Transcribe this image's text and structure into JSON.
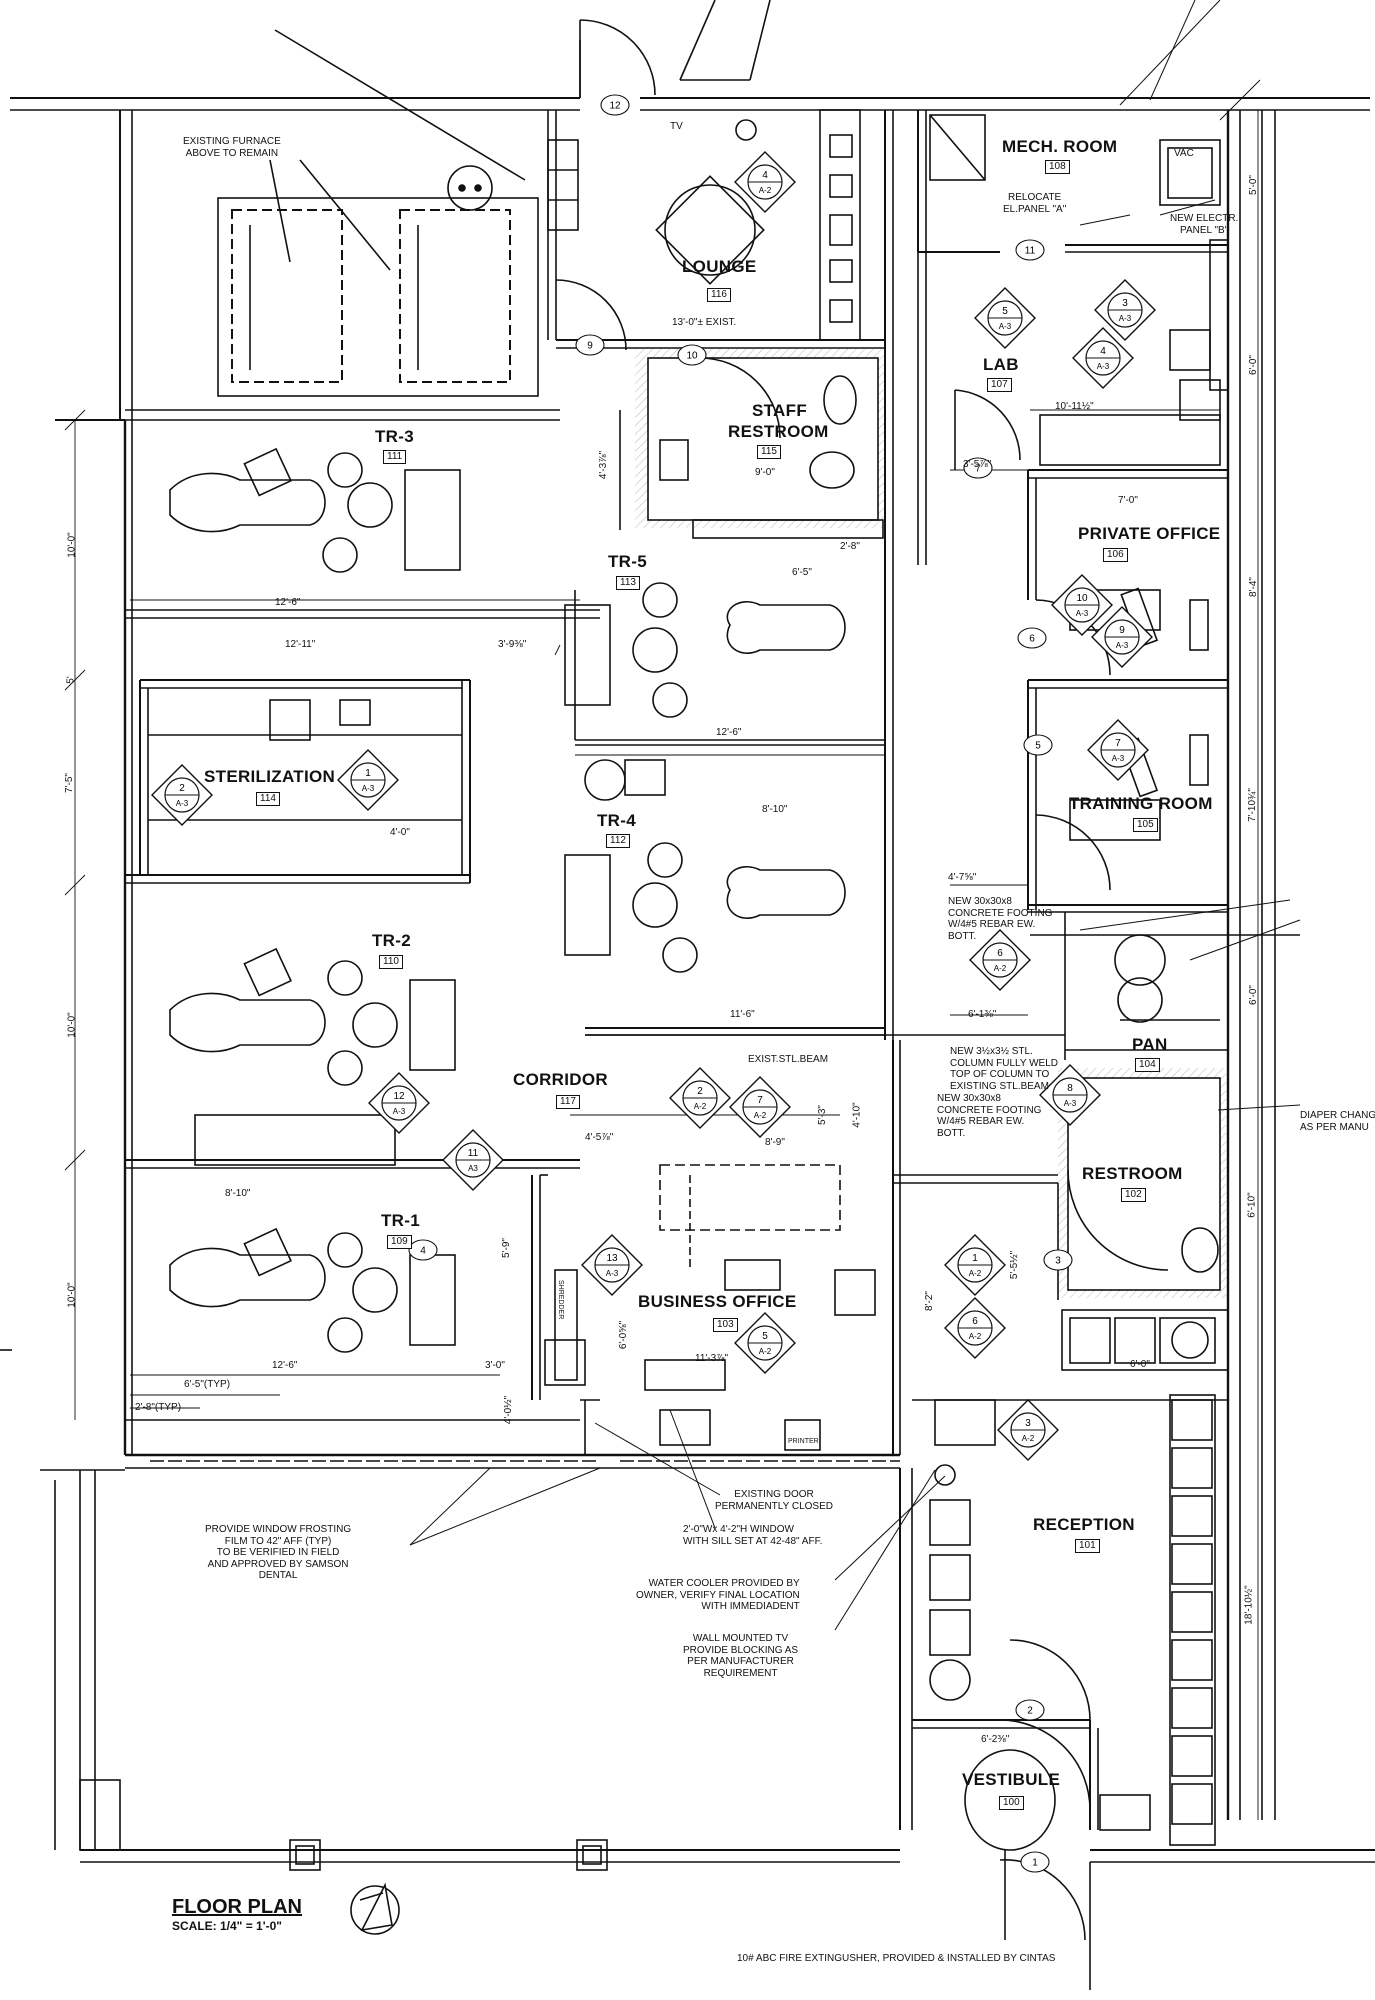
{
  "rooms": {
    "lounge": {
      "name": "LOUNGE",
      "number": "116"
    },
    "mech": {
      "name": "MECH. ROOM",
      "number": "108"
    },
    "lab": {
      "name": "LAB",
      "number": "107"
    },
    "staff_restroom": {
      "name_line1": "STAFF",
      "name_line2": "RESTROOM",
      "number": "115"
    },
    "tr3": {
      "name": "TR-3",
      "number": "111"
    },
    "tr5": {
      "name": "TR-5",
      "number": "113"
    },
    "private_office": {
      "name": "PRIVATE OFFICE",
      "number": "106"
    },
    "sterilization": {
      "name": "STERILIZATION",
      "number": "114"
    },
    "tr4": {
      "name": "TR-4",
      "number": "112"
    },
    "training": {
      "name": "TRAINING ROOM",
      "number": "105"
    },
    "tr2": {
      "name": "TR-2",
      "number": "110"
    },
    "pan": {
      "name": "PAN",
      "number": "104"
    },
    "corridor": {
      "name": "CORRIDOR",
      "number": "117"
    },
    "restroom": {
      "name": "RESTROOM",
      "number": "102"
    },
    "tr1": {
      "name": "TR-1",
      "number": "109"
    },
    "business": {
      "name": "BUSINESS OFFICE",
      "number": "103"
    },
    "reception": {
      "name": "RECEPTION",
      "number": "101"
    },
    "vestibule": {
      "name": "VESTIBULE",
      "number": "100"
    }
  },
  "notes": {
    "furnace": "EXISTING FURNACE\nABOVE TO REMAIN",
    "relocate_panel": "RELOCATE\nEL.PANEL \"A\"",
    "new_panel": "NEW ELECTR.\nPANEL \"B\"",
    "vac": "VAC",
    "beam": "EXIST.STL.BEAM",
    "column": "NEW 3½x3½ STL.\nCOLUMN FULLY WELD\nTOP OF COLUMN TO\nEXISTING STL.BEAM",
    "footing_1": "NEW 30x30x8\nCONCRETE FOOTING\nW/4#5 REBAR EW.\nBOTT.",
    "footing_2": "NEW 30x30x8\nCONCRETE FOOTING\nW/4#5 REBAR EW.\nBOTT.",
    "diaper": "DIAPER CHANG\nAS PER MANU",
    "frosting": "PROVIDE WINDOW FROSTING\nFILM TO 42\" AFF (TYP)\nTO BE VERIFIED IN FIELD\nAND APPROVED BY SAMSON\nDENTAL",
    "existing_door": "EXISTING DOOR\nPERMANENTLY CLOSED",
    "window": "2'-0\"Wx 4'-2\"H WINDOW\nWITH SILL SET AT 42-48\" AFF.",
    "water_cooler": "WATER COOLER PROVIDED BY\nOWNER, VERIFY FINAL LOCATION\nWITH IMMEDIADENT",
    "tv": "WALL MOUNTED TV\nPROVIDE BLOCKING AS\nPER MANUFACTURER\nREQUIREMENT",
    "extinguisher": "10# ABC FIRE EXTINGUSHER, PROVIDED & INSTALLED BY CINTAS",
    "printer": "PRINTER",
    "shredder": "SHREDDER",
    "tv_tag": "TV"
  },
  "dimensions": {
    "exist_13": "13'-0\"± EXIST.",
    "d_10_11": "10'-11½\"",
    "d_3_57": "3'-5⅞\"",
    "d_9_0": "9'-0\"",
    "d_2_8": "2'-8\"",
    "d_6_5": "6'-5\"",
    "d_7_0": "7'-0\"",
    "d_12_6a": "12'-6\"",
    "d_12_11": "12'-11\"",
    "d_3_9": "3'-9⅜\"",
    "d_12_6b": "12'-6\"",
    "d_4_0": "4'-0\"",
    "d_8_10a": "8'-10\"",
    "d_4_75": "4'-7⅝\"",
    "d_6_13": "6'-1⅜\"",
    "d_11_6": "11'-6\"",
    "d_4_5": "4'-5⅞\"",
    "d_8_9": "8'-9\"",
    "d_8_10b": "8'-10\"",
    "d_11_3": "11'-3⅞\"",
    "d_12_6c": "12'-6\"",
    "d_3_0": "3'-0\"",
    "d_6_5typ": "6'-5\"(TYP)",
    "d_2_8typ": "2'-8\"(TYP)",
    "d_6_0": "6'-0\"",
    "d_6_2": "6'-2⅜\"",
    "l_10_0a": "10'-0\"",
    "l_7_5": "7'-5\"",
    "l_10_0b": "10'-0\"",
    "l_10_0c": "10'-0\"",
    "l_5": "5'",
    "r_5_0": "5'-0\"",
    "r_6_0": "6'-0\"",
    "r_8_4": "8'-4\"",
    "r_7_10": "7'-10¾\"",
    "r_6_0b": "6'-0\"",
    "r_6_10": "6'-10\"",
    "r_18_10": "18'-10½\"",
    "m_4_3": "4'-3⅞\"",
    "m_5_9": "5'-9\"",
    "m_6_0": "6'-0⅝\"",
    "m_4_0": "4'-0½\"",
    "m_5_3": "5'-3\"",
    "m_4_10": "4'-10\"",
    "m_8_2": "8'-2\"",
    "m_5_5": "5'-5½\""
  },
  "section_tags": [
    {
      "id": "4",
      "sheet": "A-2"
    },
    {
      "id": "5",
      "sheet": "A-3"
    },
    {
      "id": "3",
      "sheet": "A-3"
    },
    {
      "id": "4",
      "sheet": "A-3"
    },
    {
      "id": "10",
      "sheet": "A-3"
    },
    {
      "id": "9",
      "sheet": "A-3"
    },
    {
      "id": "2",
      "sheet": "A-3"
    },
    {
      "id": "1",
      "sheet": "A-3"
    },
    {
      "id": "6",
      "sheet": "A-2"
    },
    {
      "id": "7",
      "sheet": "A-3"
    },
    {
      "id": "8",
      "sheet": "A-3"
    },
    {
      "id": "12",
      "sheet": "A-3"
    },
    {
      "id": "11",
      "sheet": "A3"
    },
    {
      "id": "2",
      "sheet": "A-2"
    },
    {
      "id": "7",
      "sheet": "A-2"
    },
    {
      "id": "13",
      "sheet": "A-3"
    },
    {
      "id": "5",
      "sheet": "A-2"
    },
    {
      "id": "1",
      "sheet": "A-2"
    },
    {
      "id": "6",
      "sheet": "A-2"
    },
    {
      "id": "3",
      "sheet": "A-2"
    }
  ],
  "door_tags": [
    "12",
    "9",
    "10",
    "11",
    "7",
    "6",
    "5",
    "4",
    "3",
    "2",
    "1"
  ],
  "title": {
    "text": "FLOOR PLAN",
    "scale": "SCALE: 1/4\" = 1'-0\""
  },
  "colors": {
    "ink": "#111111",
    "paper": "#ffffff",
    "hatch": "#555555"
  }
}
